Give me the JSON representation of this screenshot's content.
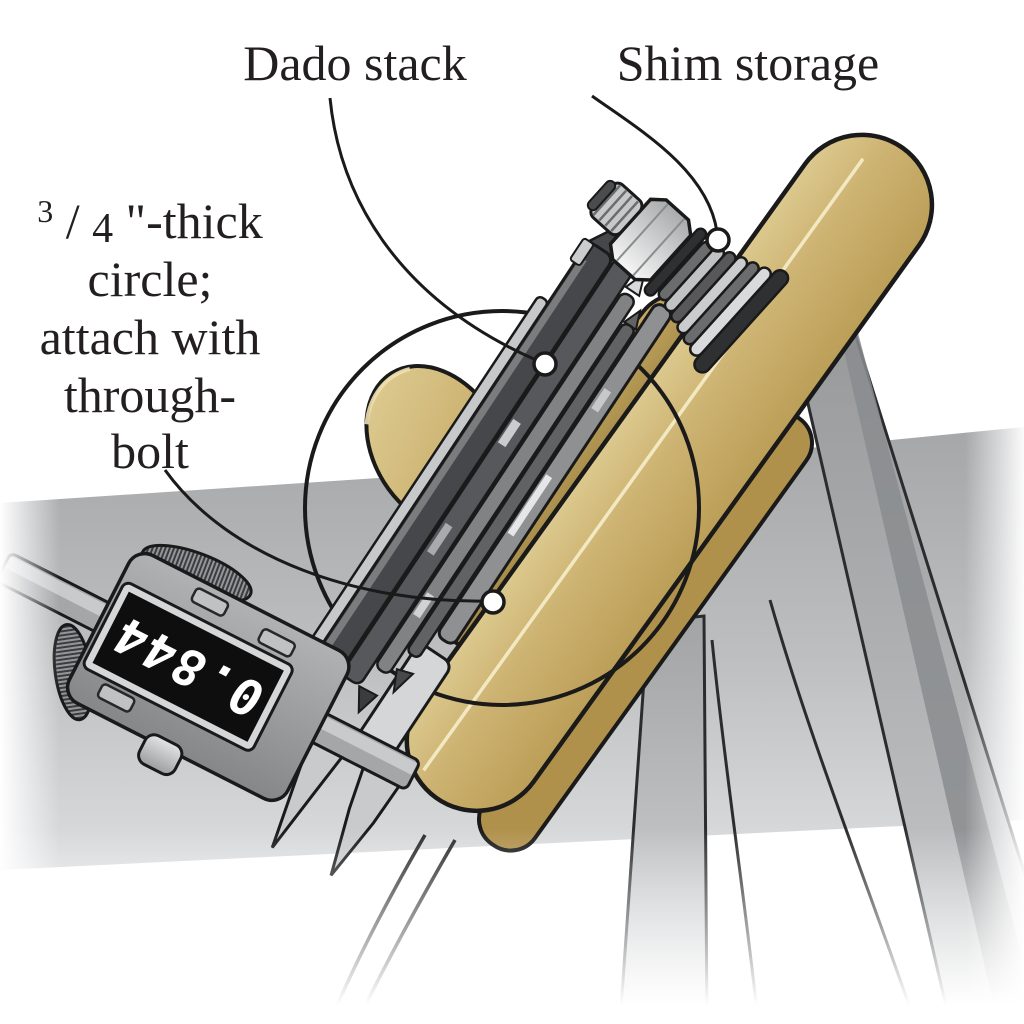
{
  "figure": {
    "type": "woodworking-tip-illustration",
    "callouts": {
      "dado_stack": "Dado stack",
      "shim_storage": "Shim storage",
      "circle_note": {
        "fraction_numerator": "3",
        "fraction_slash": "/",
        "fraction_denominator": "4",
        "line1_rest": "\"-thick",
        "line2": "circle;",
        "line3": "attach with",
        "line4": "through-",
        "line5": "bolt"
      }
    },
    "caliper": {
      "display_reading": "0.844",
      "display_orientation": "upside-down"
    },
    "colors": {
      "background": "#FFFFFF",
      "outline": "#1A1A1A",
      "wood_light": "#DCC98E",
      "wood_mid": "#C8AC66",
      "wood_dark": "#8F7839",
      "table_gray": "#A9ABAD",
      "metal_gray": "#9A9C9E",
      "lcd_background": "#0E0E0E",
      "lcd_digits": "#FFFFFF",
      "label_text": "#231F20"
    }
  }
}
